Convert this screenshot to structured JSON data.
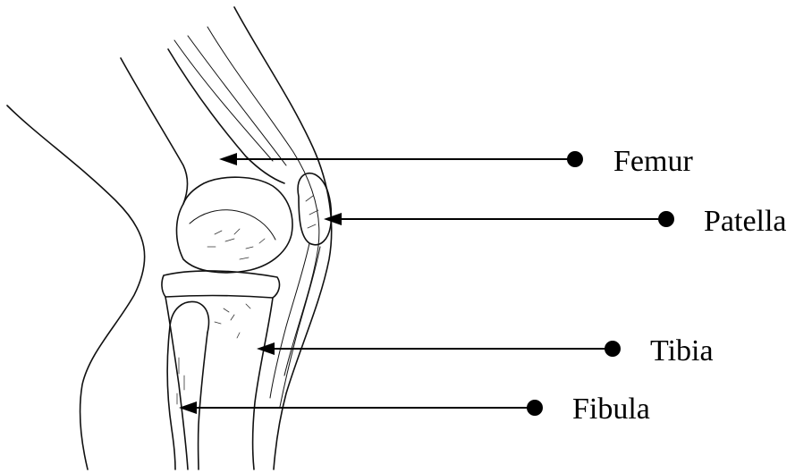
{
  "diagram": {
    "labels": [
      {
        "id": "femur",
        "text": "Femur"
      },
      {
        "id": "patella",
        "text": "Patella"
      },
      {
        "id": "tibia",
        "text": "Tibia"
      },
      {
        "id": "fibula",
        "text": "Fibula"
      }
    ]
  },
  "colors": {
    "ink": "#000000",
    "background": "#ffffff"
  }
}
